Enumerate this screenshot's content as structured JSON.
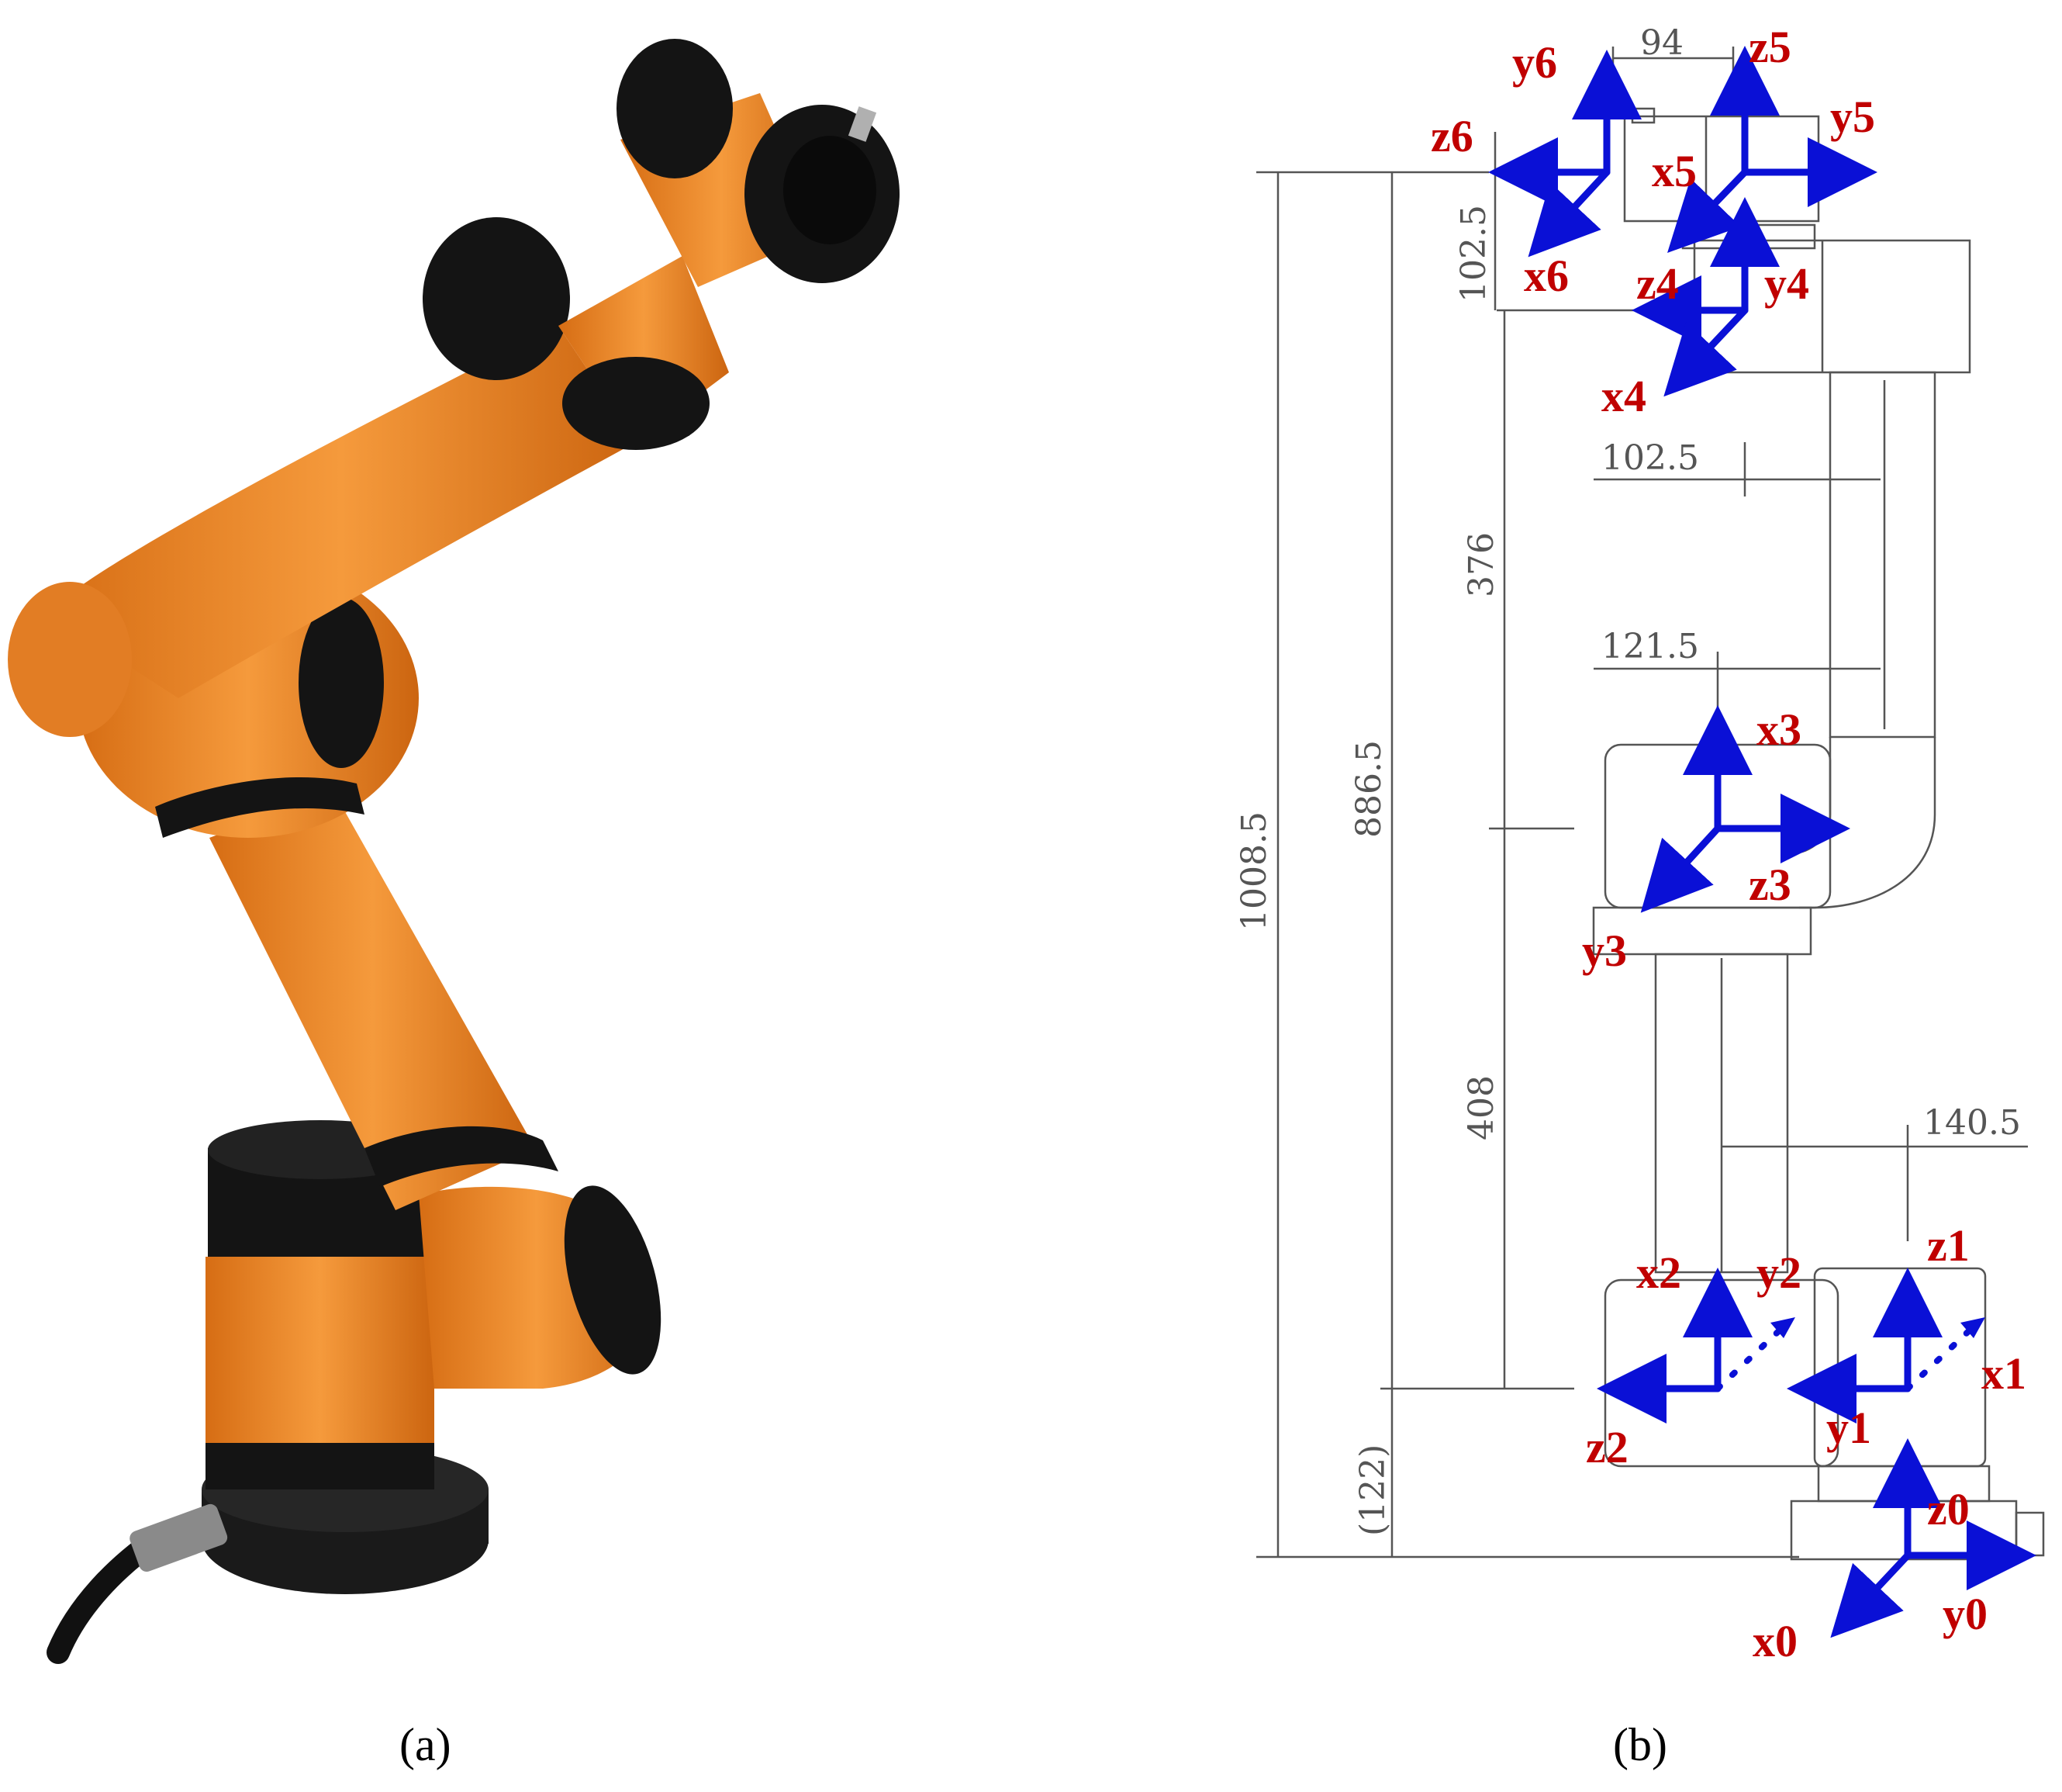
{
  "captions": {
    "a": "(a)",
    "b": "(b)"
  },
  "dimensions": {
    "d94": "94",
    "d102_5_top": "102.5",
    "d102_5": "102.5",
    "d376": "376",
    "d121_5": "121.5",
    "d886_5": "886.5",
    "d1008_5": "1008.5",
    "d408": "408",
    "d140_5": "140.5",
    "d122": "(122)"
  },
  "axes": {
    "y6": "y6",
    "z5": "z5",
    "y5": "y5",
    "z6": "z6",
    "x5": "x5",
    "x6": "x6",
    "z4": "z4",
    "y4": "y4",
    "x4": "x4",
    "x3": "x3",
    "z3": "z3",
    "y3": "y3",
    "x2": "x2",
    "y2": "y2",
    "z2": "z2",
    "z1": "z1",
    "x1": "x1",
    "y1": "y1",
    "z0": "z0",
    "x0": "x0",
    "y0": "y0"
  },
  "colors": {
    "robot_orange": "#f08a2c",
    "robot_black": "#141414",
    "axis_blue": "#0a10d6",
    "label_red": "#c00000",
    "line_gray": "#555555"
  }
}
